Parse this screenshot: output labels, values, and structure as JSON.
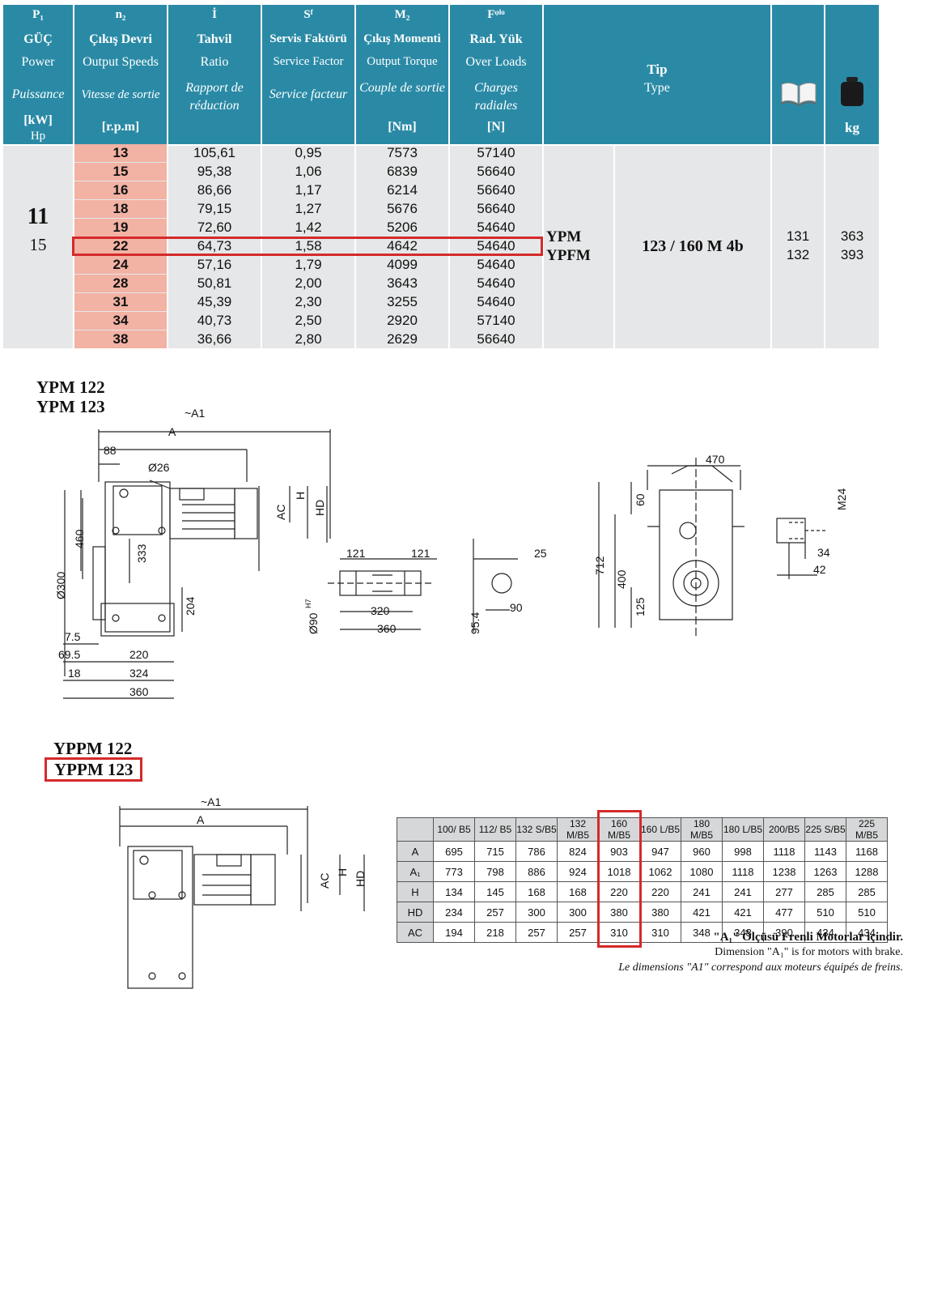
{
  "headers": [
    {
      "sym": "P₁",
      "tr": "GÜÇ",
      "en": "Power",
      "fr": "Puissance",
      "unit": "[kW]",
      "unit2": "Hp"
    },
    {
      "sym": "n₂",
      "tr": "Çıkış Devri",
      "en": "Output Speeds",
      "fr": "Vitesse de sortie",
      "unit": "[r.p.m]"
    },
    {
      "sym": "İ",
      "tr": "Tahvil",
      "en": "Ratio",
      "fr": "Rapport de réduction",
      "unit": ""
    },
    {
      "sym": "Sᶠ",
      "tr": "Servis Faktörü",
      "en": "Service Factor",
      "fr": "Service facteur",
      "unit": ""
    },
    {
      "sym": "M₂",
      "tr": "Çıkış Momenti",
      "en": "Output Torque",
      "fr": "Couple de sortie",
      "unit": "[Nm]"
    },
    {
      "sym": "Fᵠˡᵒ",
      "tr": "Rad. Yük",
      "en": "Over Loads",
      "fr": "Charges radiales",
      "unit": "[N]"
    }
  ],
  "type_header": {
    "tr": "Tip",
    "en": "Type"
  },
  "weight_header": "kg",
  "power": {
    "kw": "11",
    "hp": "15"
  },
  "rows": [
    [
      "13",
      "105,61",
      "0,95",
      "7573",
      "57140"
    ],
    [
      "15",
      "95,38",
      "1,06",
      "6839",
      "56640"
    ],
    [
      "16",
      "86,66",
      "1,17",
      "6214",
      "56640"
    ],
    [
      "18",
      "79,15",
      "1,27",
      "5676",
      "56640"
    ],
    [
      "19",
      "72,60",
      "1,42",
      "5206",
      "54640"
    ],
    [
      "22",
      "64,73",
      "1,58",
      "4642",
      "54640"
    ],
    [
      "24",
      "57,16",
      "1,79",
      "4099",
      "54640"
    ],
    [
      "28",
      "50,81",
      "2,00",
      "3643",
      "54640"
    ],
    [
      "31",
      "45,39",
      "2,30",
      "3255",
      "54640"
    ],
    [
      "34",
      "40,73",
      "2,50",
      "2920",
      "57140"
    ],
    [
      "38",
      "36,66",
      "2,80",
      "2629",
      "56640"
    ]
  ],
  "highlight_row": 5,
  "type_names": [
    "YPM",
    "YPFM"
  ],
  "type_code": "123 / 160 M 4b",
  "catalog_pages": [
    "131",
    "132"
  ],
  "weights": [
    "363",
    "393"
  ],
  "drawing1": {
    "titles": [
      "YPM 122",
      "YPM 123"
    ],
    "labels": {
      "a1": "~A1",
      "a": "A",
      "d88": "88",
      "d26": "Ø26",
      "h": "H",
      "hd": "HD",
      "ac": "AC",
      "d460": "460",
      "d333": "333",
      "d300": "Ø300",
      "d204": "204",
      "d7_5": "7.5",
      "d69_5": "69.5",
      "d18": "18",
      "d220": "220",
      "d324": "324",
      "d360": "360",
      "s121a": "121",
      "s121b": "121",
      "s320": "320",
      "s360": "360",
      "s90": "Ø90",
      "s90tol": "H7",
      "k25": "25",
      "k95_4": "95.4",
      "k90": "90",
      "f470": "470",
      "f60": "60",
      "f712": "712",
      "f400": "400",
      "f125": "125",
      "t_m24": "M24",
      "t34": "34",
      "t42": "42"
    }
  },
  "drawing2": {
    "titles": [
      "YPPM 122",
      "YPPM 123"
    ],
    "labels": {
      "a1": "~A1",
      "a": "A",
      "h": "H",
      "hd": "HD",
      "ac": "AC"
    }
  },
  "dim_table": {
    "columns": [
      "100/ B5",
      "112/ B5",
      "132 S/B5",
      "132 M/B5",
      "160 M/B5",
      "160 L/B5",
      "180 M/B5",
      "180 L/B5",
      "200/B5",
      "225 S/B5",
      "225 M/B5"
    ],
    "rows": [
      {
        "label": "A",
        "values": [
          "695",
          "715",
          "786",
          "824",
          "903",
          "947",
          "960",
          "998",
          "1118",
          "1143",
          "1168"
        ]
      },
      {
        "label": "A₁",
        "values": [
          "773",
          "798",
          "886",
          "924",
          "1018",
          "1062",
          "1080",
          "1118",
          "1238",
          "1263",
          "1288"
        ]
      },
      {
        "label": "H",
        "values": [
          "134",
          "145",
          "168",
          "168",
          "220",
          "220",
          "241",
          "241",
          "277",
          "285",
          "285"
        ]
      },
      {
        "label": "HD",
        "values": [
          "234",
          "257",
          "300",
          "300",
          "380",
          "380",
          "421",
          "421",
          "477",
          "510",
          "510"
        ]
      },
      {
        "label": "AC",
        "values": [
          "194",
          "218",
          "257",
          "257",
          "310",
          "310",
          "348",
          "348",
          "390",
          "434",
          "434"
        ]
      }
    ],
    "highlight_col": 4
  },
  "notes": {
    "tr": "\"A₁\" Ölçüsü Frenli Motorlar içindir.",
    "en": "Dimension \"A₁\" is for motors with brake.",
    "fr": "Le dimensions \"A1\" correspond aux moteurs équipés de freins."
  },
  "colors": {
    "header": "#2a8aa6",
    "body": "#e6e7e8",
    "speed": "#f2b2a4",
    "highlight": "#d42a2a"
  }
}
